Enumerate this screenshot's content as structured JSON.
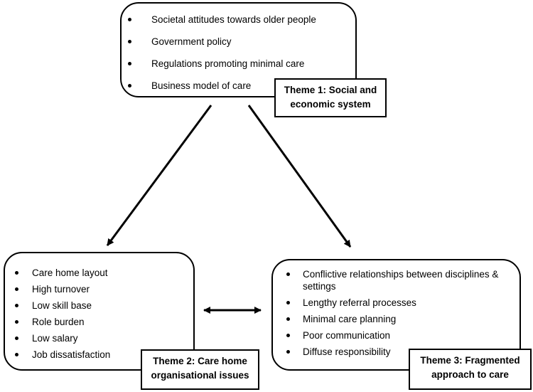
{
  "themes": [
    {
      "label_line1": "Theme 1: Social and",
      "label_line2": "economic system",
      "items": [
        "Societal attitudes towards older people",
        "Government policy",
        "Regulations promoting minimal care",
        "Business model of care"
      ]
    },
    {
      "label_line1": "Theme 2: Care home",
      "label_line2": "organisational issues",
      "items": [
        "Care home layout",
        "High turnover",
        "Low skill base",
        "Role burden",
        "Low salary",
        "Job dissatisfaction"
      ]
    },
    {
      "label_line1": "Theme 3: Fragmented",
      "label_line2": "approach to care",
      "items": [
        "Conflictive relationships between disciplines & settings",
        "Lengthy referral processes",
        "Minimal care planning",
        "Poor communication",
        "Diffuse responsibility"
      ]
    }
  ]
}
